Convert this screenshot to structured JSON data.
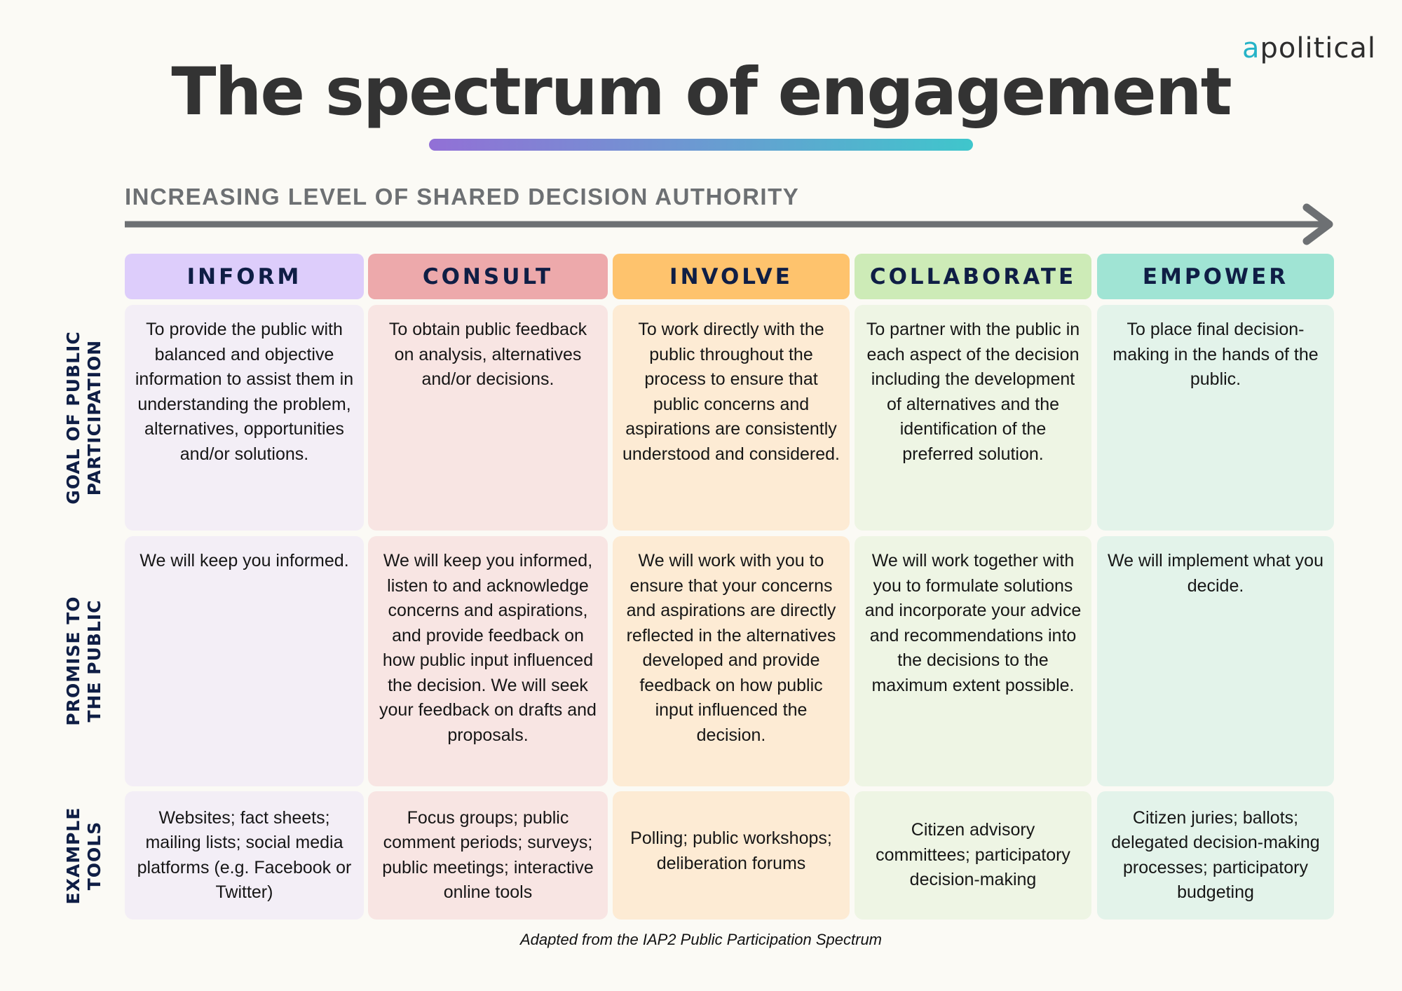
{
  "brand": {
    "logo_accent": "a",
    "logo_rest": "political",
    "accent_color": "#26b3c7"
  },
  "title": "The spectrum of engagement",
  "title_underline_gradient": [
    "#9270d6",
    "#3fc6cc"
  ],
  "axis": {
    "label": "INCREASING LEVEL OF SHARED DECISION AUTHORITY",
    "color": "#6d7073",
    "icon": "arrow-right-icon"
  },
  "row_labels": [
    {
      "line1": "GOAL OF PUBLIC",
      "line2": "PARTICIPATION"
    },
    {
      "line1": "PROMISE TO",
      "line2": "THE PUBLIC"
    },
    {
      "line1": "EXAMPLE",
      "line2": "TOOLS"
    }
  ],
  "columns": [
    {
      "name": "INFORM",
      "header_color": "#ddcdfb",
      "cell_color": "#f3eef6",
      "goal": "To provide the public with balanced and objective information to assist them in understanding the problem, alternatives, opportunities and/or solutions.",
      "promise": "We will keep you informed.",
      "tools": "Websites; fact sheets; mailing lists; social media platforms (e.g. Facebook or Twitter)"
    },
    {
      "name": "CONSULT",
      "header_color": "#eda9ab",
      "cell_color": "#f8e5e3",
      "goal": "To obtain public feedback on analysis, alternatives and/or decisions.",
      "promise": "We will keep you informed, listen to and acknowledge concerns and aspirations, and provide feedback on how public input influenced the decision. We will seek your feedback on drafts and proposals.",
      "tools": "Focus groups; public comment periods; surveys; public meetings; interactive online tools"
    },
    {
      "name": "INVOLVE",
      "header_color": "#fec36d",
      "cell_color": "#fdebd4",
      "goal": "To work directly with the public throughout the process to ensure that public concerns and aspirations are consistently understood and considered.",
      "promise": "We will work with you to ensure that your concerns and aspirations are directly reflected in the alternatives developed and provide feedback on how public input influenced the decision.",
      "tools": "Polling; public workshops; deliberation forums"
    },
    {
      "name": "COLLABORATE",
      "header_color": "#cdebb7",
      "cell_color": "#eef5e4",
      "goal": "To partner with the public in each aspect of the decision including the development of alternatives and the identification of the preferred solution.",
      "promise": "We will work together with you to formulate solutions and incorporate your advice and recommendations into the decisions to the maximum extent possible.",
      "tools": "Citizen advisory committees; participatory decision-making"
    },
    {
      "name": "EMPOWER",
      "header_color": "#a0e4d4",
      "cell_color": "#e3f3ea",
      "goal": "To place final decision-making in the hands of the public.",
      "promise": "We will implement what you decide.",
      "tools": "Citizen juries; ballots; delegated decision-making processes; participatory budgeting"
    }
  ],
  "footer": "Adapted from the IAP2 Public Participation Spectrum"
}
